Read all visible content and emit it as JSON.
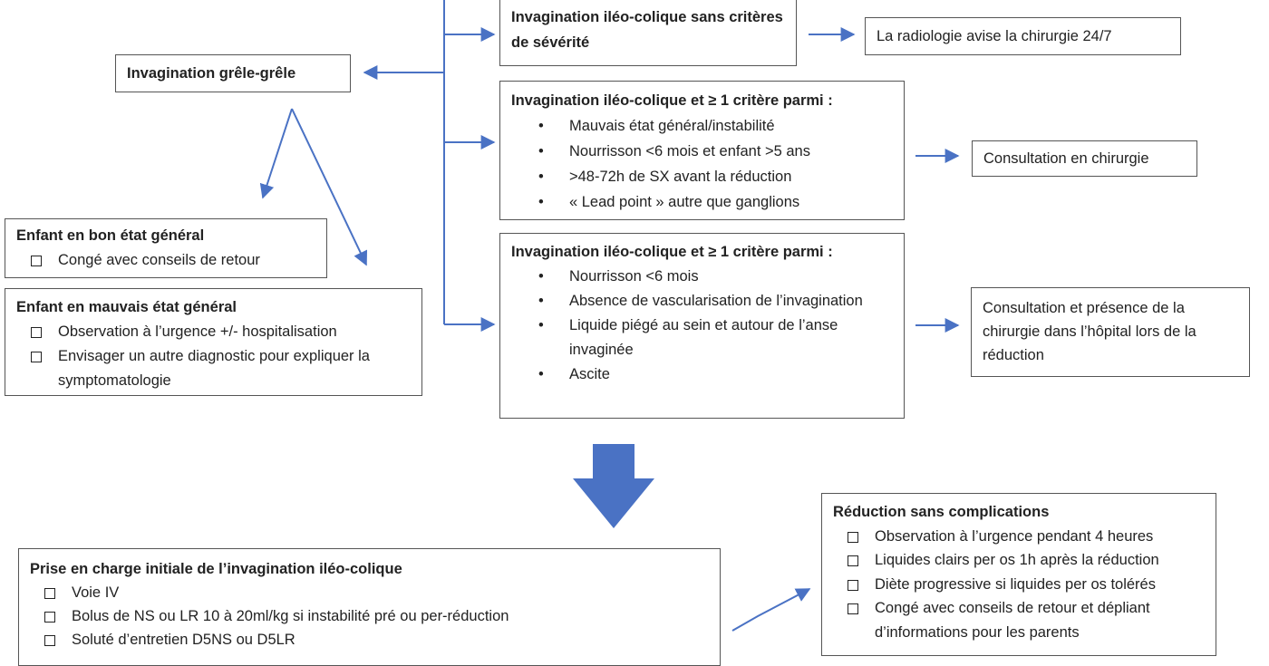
{
  "colors": {
    "arrow": "#4a72c4",
    "border": "#555555",
    "text": "#222222"
  },
  "boxes": {
    "sans_severite": {
      "title": "Invagination iléo-colique sans critères de sévérité"
    },
    "radiologie": {
      "text": "La radiologie avise la chirurgie 24/7"
    },
    "grele": {
      "title": "Invagination grêle-grêle"
    },
    "criteres_1": {
      "title": "Invagination iléo-colique et ≥ 1 critère parmi :",
      "items": [
        "Mauvais état général/instabilité",
        "Nourrisson <6 mois et enfant >5 ans",
        ">48-72h de SX avant la réduction",
        "« Lead point » autre que ganglions"
      ]
    },
    "consultation": {
      "text": "Consultation en chirurgie"
    },
    "bon_etat": {
      "title": "Enfant en bon état général",
      "items": [
        "Congé avec conseils de retour"
      ]
    },
    "mauvais_etat": {
      "title": "Enfant en mauvais état général",
      "items": [
        "Observation à l’urgence +/- hospitalisation",
        "Envisager un autre diagnostic pour expliquer la symptomatologie"
      ]
    },
    "criteres_2": {
      "title": "Invagination iléo-colique et ≥ 1 critère parmi :",
      "items": [
        "Nourrisson <6 mois",
        "Absence de vascularisation de l’invagination",
        "Liquide piégé au sein et autour de l’anse invaginée",
        "Ascite"
      ]
    },
    "consultation_presence": {
      "text": "Consultation et présence de la chirurgie dans l’hôpital lors de la réduction"
    },
    "reduction": {
      "title": "Réduction sans complications",
      "items": [
        "Observation à l’urgence pendant 4 heures",
        "Liquides clairs per os 1h après la réduction",
        "Diète progressive si liquides per os tolérés",
        "Congé avec conseils de retour et dépliant d’informations pour les parents"
      ]
    },
    "prise_en_charge": {
      "title": "Prise en charge initiale de l’invagination iléo-colique",
      "items": [
        "Voie IV",
        "Bolus de NS ou LR 10 à 20ml/kg si instabilité pré ou per-réduction",
        "Soluté d’entretien D5NS ou D5LR"
      ]
    }
  }
}
